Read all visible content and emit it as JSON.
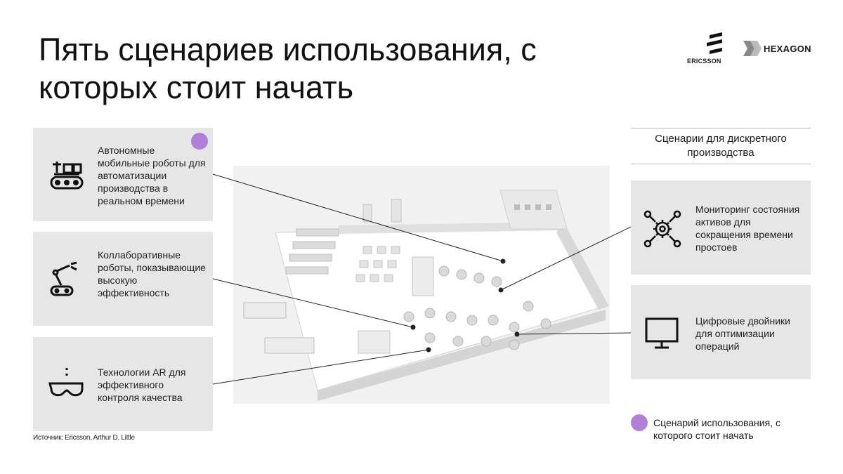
{
  "title": "Пять сценариев использования, с которых стоит начать",
  "logos": {
    "ericsson": "ERICSSON",
    "hexagon": "HEXAGON"
  },
  "left_cards": [
    {
      "text": "Автономные мобильные роботы для автоматизации производства в реальном времени",
      "icon": "mobile-robot-icon",
      "highlighted": true
    },
    {
      "text": "Коллаборативные роботы, показывающие высокую эффективность",
      "icon": "robot-arm-icon",
      "highlighted": false
    },
    {
      "text": "Технологии AR для эффективного контроля качества",
      "icon": "ar-glasses-icon",
      "highlighted": false
    }
  ],
  "discrete_header": "Сценарии для дискретного производства",
  "right_cards": [
    {
      "text": "Мониторинг состояния активов для сокращения времени простоев",
      "icon": "gear-network-icon"
    },
    {
      "text": "Цифровые двойники для оптимизации операций",
      "icon": "monitor-icon"
    }
  ],
  "legend": {
    "text": "Сценарий использования, с которого стоит начать"
  },
  "source": "Источник: Ericsson, Arthur D. Little",
  "colors": {
    "accent": "#b07fd8",
    "card_bg": "#e6e6e6"
  }
}
